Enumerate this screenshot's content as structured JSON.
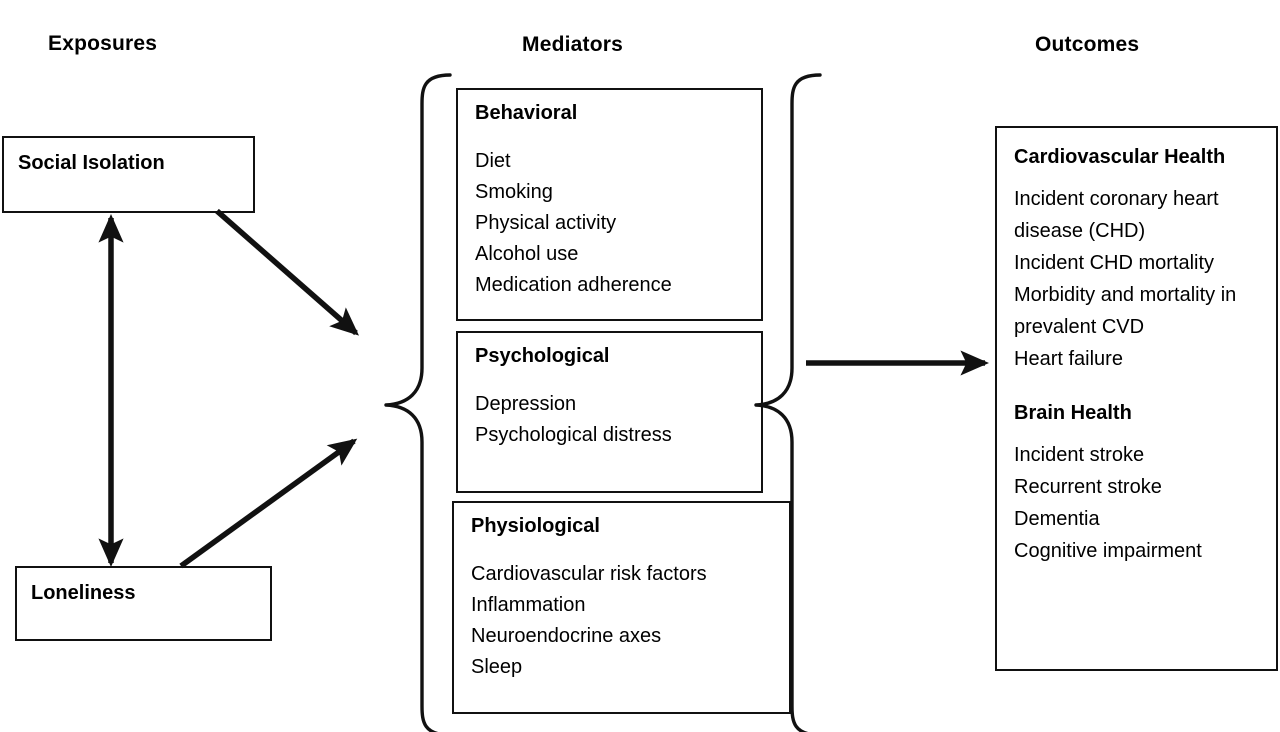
{
  "headers": {
    "exposures": "Exposures",
    "mediators": "Mediators",
    "outcomes": "Outcomes"
  },
  "exposures": {
    "social_isolation": "Social Isolation",
    "loneliness": "Loneliness"
  },
  "mediators": {
    "behavioral": {
      "title": "Behavioral",
      "items": [
        "Diet",
        "Smoking",
        "Physical activity",
        "Alcohol use",
        "Medication adherence"
      ]
    },
    "psychological": {
      "title": "Psychological",
      "items": [
        "Depression",
        "Psychological distress"
      ]
    },
    "physiological": {
      "title": "Physiological",
      "items": [
        "Cardiovascular risk factors",
        "Inflammation",
        "Neuroendocrine axes",
        "Sleep"
      ]
    }
  },
  "outcomes": {
    "cardiovascular": {
      "title": "Cardiovascular Health",
      "items": [
        "Incident coronary heart disease (CHD)",
        "Incident CHD mortality",
        "Morbidity and mortality in prevalent CVD",
        "Heart failure"
      ]
    },
    "brain": {
      "title": "Brain Health",
      "items": [
        "Incident stroke",
        "Recurrent stroke",
        "Dementia",
        "Cognitive impairment"
      ]
    }
  },
  "connectors": {
    "social_isolation_to_mediators": "arrow-diagonal-down-right",
    "loneliness_to_mediators": "arrow-diagonal-up-right",
    "isolation_loneliness_bidirectional": "arrow-double-vertical",
    "mediators_to_outcomes": "arrow-right"
  },
  "colors": {
    "stroke": "#111111",
    "background": "#ffffff",
    "text": "#000000"
  }
}
